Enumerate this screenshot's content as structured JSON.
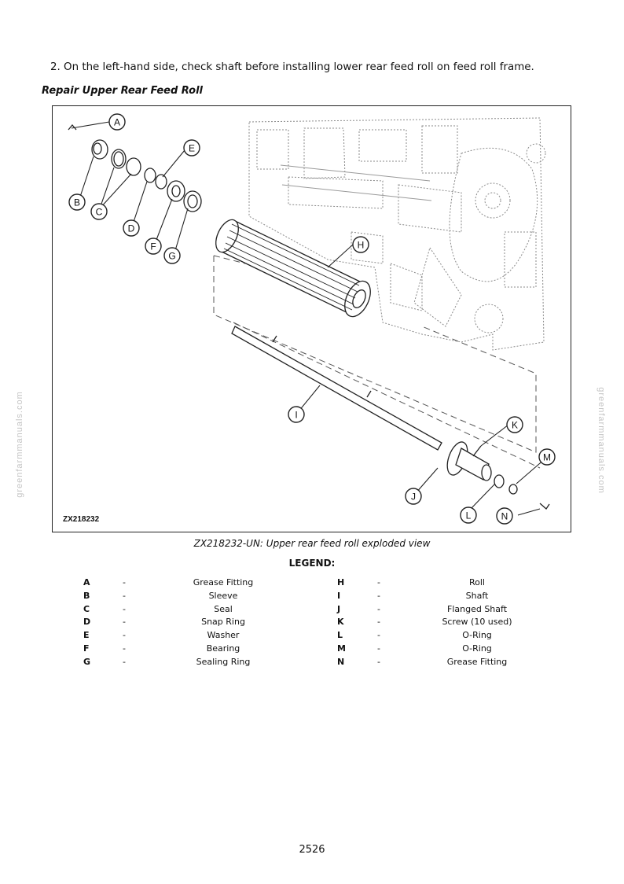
{
  "step": {
    "text": "2.  On the left-hand side, check shaft before installing lower rear feed roll on feed roll frame."
  },
  "section_title": "Repair Upper Rear Feed Roll",
  "figure": {
    "id": "ZX218232",
    "callouts": [
      "A",
      "B",
      "C",
      "D",
      "E",
      "F",
      "G",
      "H",
      "I",
      "J",
      "K",
      "L",
      "M",
      "N"
    ]
  },
  "caption": "ZX218232-UN: Upper rear feed roll exploded view",
  "legend_title": "LEGEND:",
  "legend": [
    {
      "k1": "A",
      "v1": "Grease Fitting",
      "k2": "H",
      "v2": "Roll"
    },
    {
      "k1": "B",
      "v1": "Sleeve",
      "k2": "I",
      "v2": "Shaft"
    },
    {
      "k1": "C",
      "v1": "Seal",
      "k2": "J",
      "v2": "Flanged Shaft"
    },
    {
      "k1": "D",
      "v1": "Snap Ring",
      "k2": "K",
      "v2": "Screw (10 used)"
    },
    {
      "k1": "E",
      "v1": "Washer",
      "k2": "L",
      "v2": "O-Ring"
    },
    {
      "k1": "F",
      "v1": "Bearing",
      "k2": "M",
      "v2": "O-Ring"
    },
    {
      "k1": "G",
      "v1": "Sealing Ring",
      "k2": "N",
      "v2": "Grease Fitting"
    }
  ],
  "legend_dash": "-",
  "watermark": "greenfarmmanuals.com",
  "page_number": "2526"
}
